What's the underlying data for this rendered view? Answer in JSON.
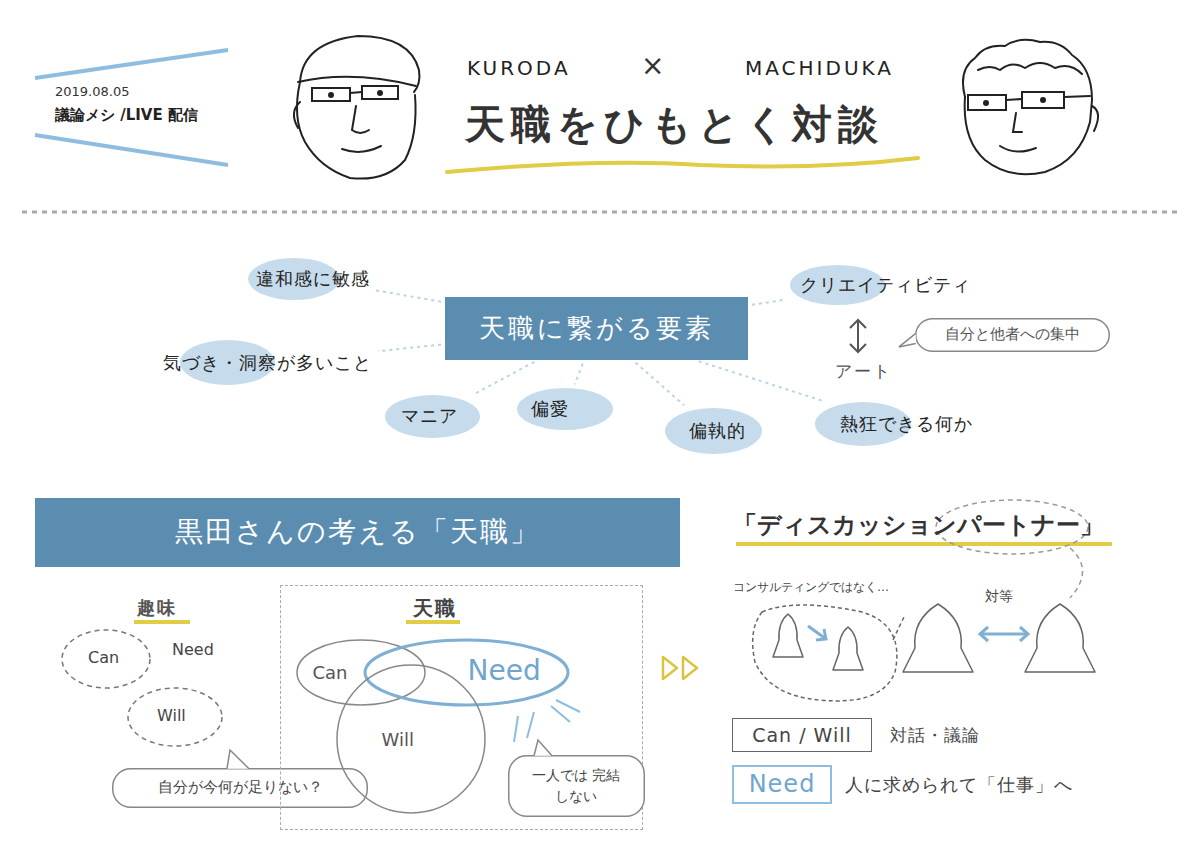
{
  "diagram": {
    "title": "天職をひもとく対談",
    "nodes": [
      {
        "text": [
          "違和感に敏感"
        ]
      },
      {
        "text": [
          "天職に繋がる要素"
        ]
      },
      {
        "text": [
          "クリエイティビティ"
        ]
      },
      {
        "text": [
          "自分と他者への集中"
        ]
      },
      {
        "text": [
          "気づき・洞察が多いこと"
        ]
      },
      {
        "text": [
          "マニア"
        ]
      },
      {
        "text": [
          "偏愛"
        ]
      },
      {
        "text": [
          "偏執的"
        ]
      },
      {
        "text": [
          "熱狂できる何か"
        ]
      },
      {
        "text": [
          "黒田さんの考える「天職」"
        ]
      },
      {
        "text": [
          "Can"
        ]
      },
      {
        "text": [
          "Will"
        ]
      },
      {
        "text": [
          "自分が今何が足りない？"
        ]
      },
      {
        "text": [
          "天職"
        ]
      },
      {
        "text": [
          "Can"
        ],
        "in": 13
      },
      {
        "text": [
          "Need"
        ],
        "in": 13
      },
      {
        "text": [
          "Will"
        ],
        "in": 13
      },
      {
        "text": [
          "一人では 完結しない"
        ],
        "in": 13
      },
      {
        "text": [
          "Can / Will"
        ]
      },
      {
        "text": [
          "Need"
        ]
      }
    ],
    "edges": [
      {
        "from": 1,
        "to": 0,
        "arrow": "none"
      },
      {
        "from": 1,
        "to": 2,
        "arrow": "none"
      },
      {
        "from": 1,
        "to": 4,
        "arrow": "none"
      },
      {
        "from": 1,
        "to": 5,
        "arrow": "none"
      },
      {
        "from": 1,
        "to": 6,
        "arrow": "none"
      },
      {
        "from": 1,
        "to": 7,
        "arrow": "none"
      },
      {
        "from": 1,
        "to": 8,
        "arrow": "none"
      }
    ],
    "labels": [
      "2019.08.05",
      "議論メシ /LIVE 配信",
      "KURODA",
      "×",
      "MACHIDUKA",
      "アート",
      "趣味",
      "Need",
      "「ディスカッションパートナー」",
      "コンサルティングではなく…",
      "対等",
      "対話・議論",
      "人に求められて「仕事」へ"
    ]
  }
}
